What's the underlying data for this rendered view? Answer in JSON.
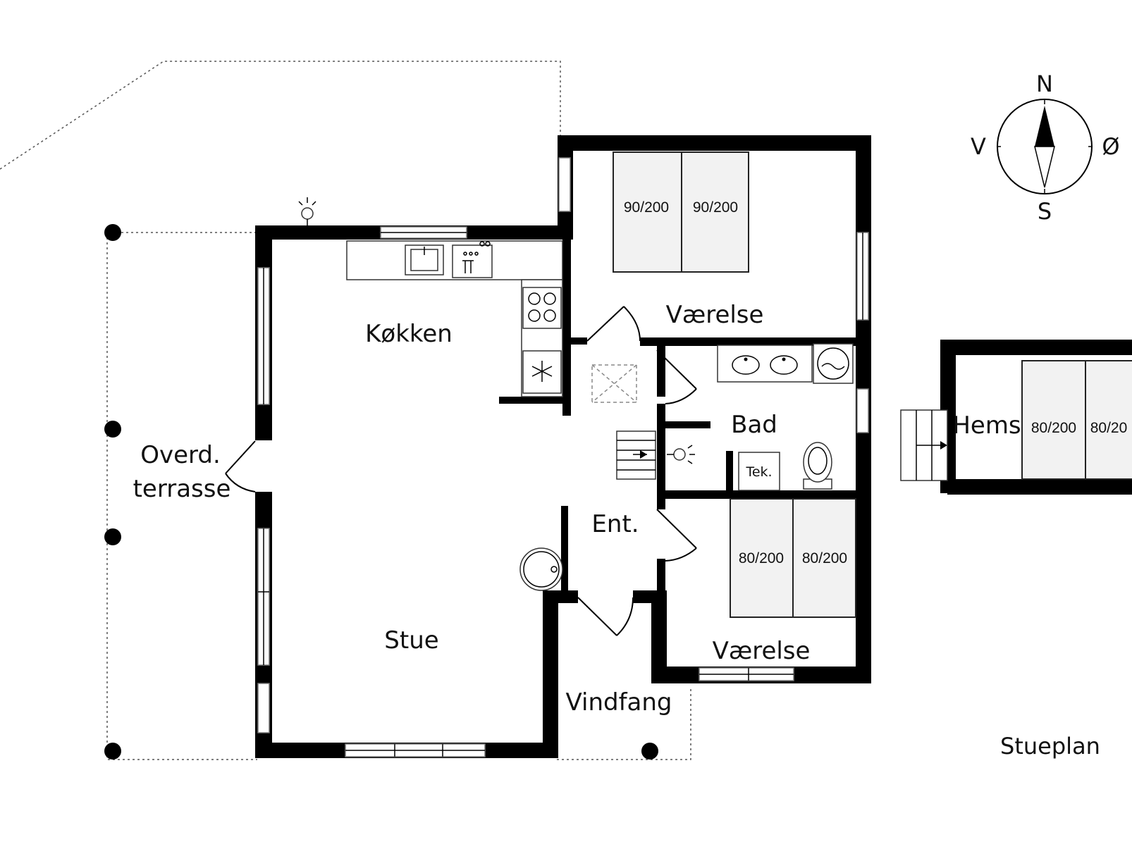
{
  "rooms": {
    "kitchen": "Køkken",
    "living": "Stue",
    "bedroom_top": "Værelse",
    "bedroom_bottom": "Værelse",
    "bath": "Bad",
    "entrance": "Ent.",
    "porch": "Vindfang",
    "terrace_line1": "Overd.",
    "terrace_line2": "terrasse",
    "loft": "Hems",
    "technical": "Tek."
  },
  "beds": {
    "top_left": "90/200",
    "top_right": "90/200",
    "bottom_left": "80/200",
    "bottom_right": "80/200",
    "loft_left": "80/200",
    "loft_right": "80/20"
  },
  "compass": {
    "north": "N",
    "south": "S",
    "west": "V",
    "east": "Ø"
  },
  "plan_name": "Stueplan",
  "icons": [
    "sink-icon",
    "dishwasher-icon",
    "stove-icon",
    "freezer-icon",
    "washbasin-icon",
    "washing-machine-icon",
    "toilet-icon",
    "lamp-icon",
    "staircase-icon",
    "stove-fireplace-icon",
    "compass-icon"
  ]
}
